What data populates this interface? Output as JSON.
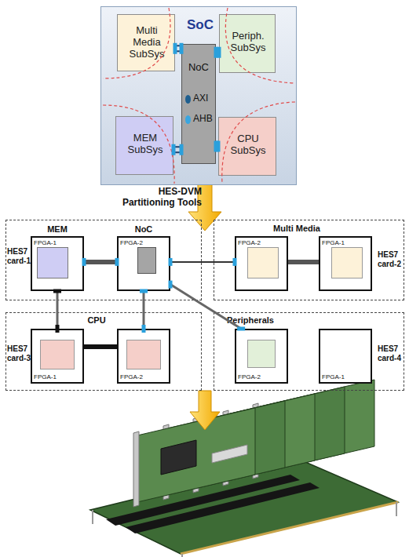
{
  "diagram": {
    "nodes": [
      {
        "text": [
          "SoC"
        ]
      },
      {
        "text": [
          "Multi Media SubSys"
        ],
        "in": 0
      },
      {
        "text": [
          "Periph. SubSys"
        ],
        "in": 0
      },
      {
        "text": [
          "NoC",
          "AXI",
          "AHB"
        ],
        "in": 0
      },
      {
        "text": [
          "MEM SubSys"
        ],
        "in": 0
      },
      {
        "text": [
          "CPU SubSys"
        ],
        "in": 0
      },
      {
        "text": [
          "HES7 card-1"
        ]
      },
      {
        "text": [
          "MEM",
          "FPGA-1"
        ],
        "in": 6
      },
      {
        "text": [
          "NoC",
          "FPGA-2"
        ],
        "in": 6
      },
      {
        "text": [
          "Multi Media",
          "HES7 card-2"
        ]
      },
      {
        "text": [
          "FPGA-2"
        ],
        "in": 9
      },
      {
        "text": [
          "FPGA-1"
        ],
        "in": 9
      },
      {
        "text": [
          "CPU",
          "HES7 card-3"
        ]
      },
      {
        "text": [
          "FPGA-1"
        ],
        "in": 12
      },
      {
        "text": [
          "FPGA-2"
        ],
        "in": 12
      },
      {
        "text": [
          "Peripherals",
          "HES7 card-4"
        ]
      },
      {
        "text": [
          "FPGA-2"
        ],
        "in": 15
      },
      {
        "text": [
          "FPGA-1"
        ],
        "in": 15
      }
    ],
    "edges": [
      {
        "from": 1,
        "to": 3,
        "arrow": "none"
      },
      {
        "from": 2,
        "to": 3,
        "arrow": "none"
      },
      {
        "from": 4,
        "to": 3,
        "arrow": "none"
      },
      {
        "from": 5,
        "to": 3,
        "arrow": "none"
      },
      {
        "from": 7,
        "to": 8,
        "arrow": "none"
      },
      {
        "from": 8,
        "to": 10,
        "arrow": "none"
      },
      {
        "from": 10,
        "to": 11,
        "arrow": "none"
      },
      {
        "from": 7,
        "to": 13,
        "arrow": "none"
      },
      {
        "from": 8,
        "to": 14,
        "arrow": "none"
      },
      {
        "from": 13,
        "to": 14,
        "arrow": "none"
      },
      {
        "from": 8,
        "to": 16,
        "arrow": "none"
      }
    ],
    "labels": [
      "HES-DVM Partitioning Tools"
    ]
  }
}
